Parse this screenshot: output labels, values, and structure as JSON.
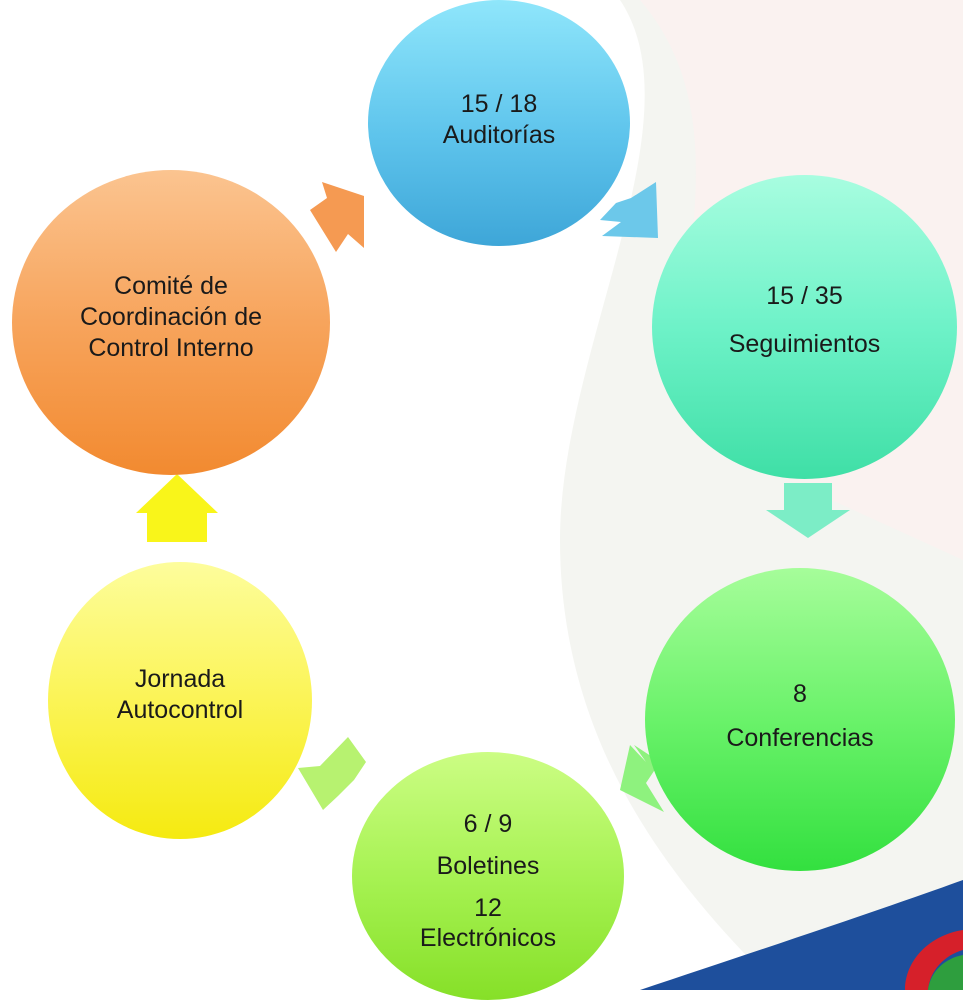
{
  "diagram": {
    "nodes": [
      {
        "id": "auditorias",
        "lines": [
          "15 / 18",
          "Auditorías"
        ],
        "color": "#5ec4ec"
      },
      {
        "id": "seguimientos",
        "lines": [
          "15 / 35",
          "Seguimientos"
        ],
        "color": "#6ef2c8"
      },
      {
        "id": "conferencias",
        "lines": [
          "8",
          "Conferencias"
        ],
        "color": "#6af26a"
      },
      {
        "id": "boletines",
        "lines": [
          "6 / 9",
          "Boletines",
          "12",
          "Electrónicos"
        ],
        "color": "#a7f253"
      },
      {
        "id": "jornada",
        "lines": [
          "Jornada",
          "Autocontrol"
        ],
        "color": "#fbf456"
      },
      {
        "id": "comite",
        "lines": [
          "Comité de",
          "Coordinación de",
          "Control Interno"
        ],
        "color": "#f7a45c"
      }
    ],
    "arrow_colors": {
      "auditorias_to_seguimientos": "#6cc8ea",
      "seguimientos_to_conferencias": "#7cedc6",
      "conferencias_to_boletines": "#8ef27e",
      "boletines_to_jornada": "#b7f270",
      "jornada_to_comite": "#f9f51a",
      "comite_to_auditorias": "#f59a52"
    }
  }
}
